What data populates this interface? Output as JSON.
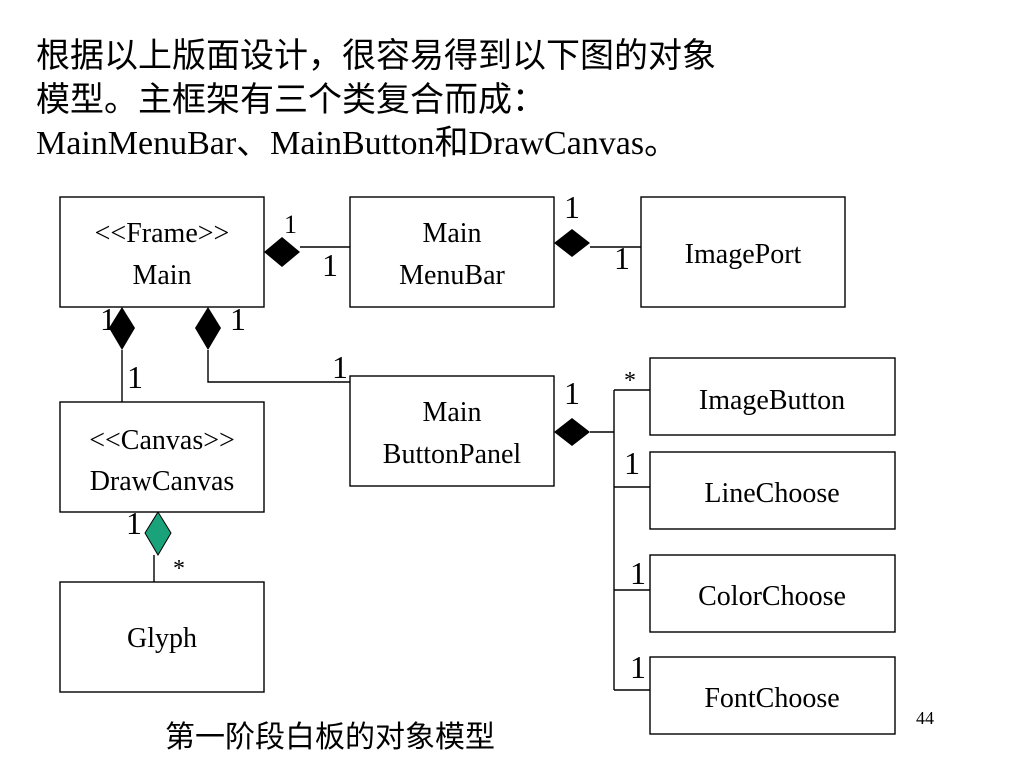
{
  "intro": {
    "line1": "根据以上版面设计，很容易得到以下图的对象",
    "line2": "模型。主框架有三个类复合而成：",
    "line3": "MainMenuBar、MainButton和DrawCanvas。"
  },
  "classes": {
    "main": [
      "<<Frame>>",
      "Main"
    ],
    "menubar": [
      "Main",
      "MenuBar"
    ],
    "imageport": [
      "ImagePort"
    ],
    "drawcanvas": [
      "<<Canvas>>",
      "DrawCanvas"
    ],
    "buttonpanel": [
      "Main",
      "ButtonPanel"
    ],
    "glyph": [
      "Glyph"
    ],
    "imagebutton": [
      "ImageButton"
    ],
    "linechoose": [
      "LineChoose"
    ],
    "colorchoose": [
      "ColorChoose"
    ],
    "fontchoose": [
      "FontChoose"
    ]
  },
  "multiplicities": {
    "main_menubar_whole": "1",
    "main_menubar_part": "1",
    "menubar_imageport_whole": "1",
    "menubar_imageport_part": "1",
    "main_canvas_whole": "1",
    "main_canvas_part": "1",
    "main_panel_whole": "1",
    "main_panel_part": "1",
    "panel_parts_whole": "1",
    "imagebutton": "*",
    "linechoose": "1",
    "colorchoose": "1",
    "fontchoose": "1",
    "canvas_glyph_whole": "1",
    "canvas_glyph_part": "*"
  },
  "colors": {
    "aggregation_diamond": "#1aa37a",
    "composition_diamond": "#000000"
  },
  "caption": "第一阶段白板的对象模型",
  "page_number": "44"
}
